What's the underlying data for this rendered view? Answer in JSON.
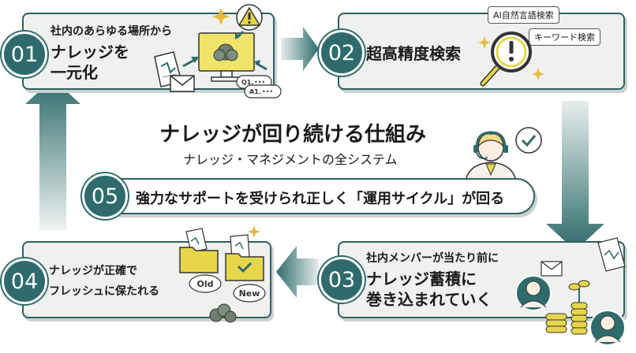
{
  "title": "ナレッジが回り続ける仕組み",
  "subtitle": "ナレッジ・マネジメントの全システム",
  "steps": [
    {
      "number": "01",
      "line1": "社内のあらゆる場所から",
      "line2": "ナレッジを",
      "line3": "一元化"
    },
    {
      "number": "02",
      "line1": "超高精度検索",
      "tag1": "AI自然言語検索",
      "tag2": "キーワード検索"
    },
    {
      "number": "03",
      "line1": "社内メンバーが当たり前に",
      "line2": "ナレッジ蓄積に",
      "line3": "巻き込まれていく"
    },
    {
      "number": "04",
      "line1": "ナレッジが正確で",
      "line2": "フレッシュに保たれる",
      "tag_old": "Old",
      "tag_new": "New"
    },
    {
      "number": "05",
      "line1": "強力なサポートを受けられ正しく「運用サイクル」が回る"
    }
  ],
  "icons": {
    "qa_q": "Q1.",
    "qa_a": "A1."
  },
  "colors": {
    "teal": "#2f6b6c",
    "card_bg": "#eef1ee",
    "accent_yellow": "#e8d64a",
    "arrow": "#3d7577"
  }
}
